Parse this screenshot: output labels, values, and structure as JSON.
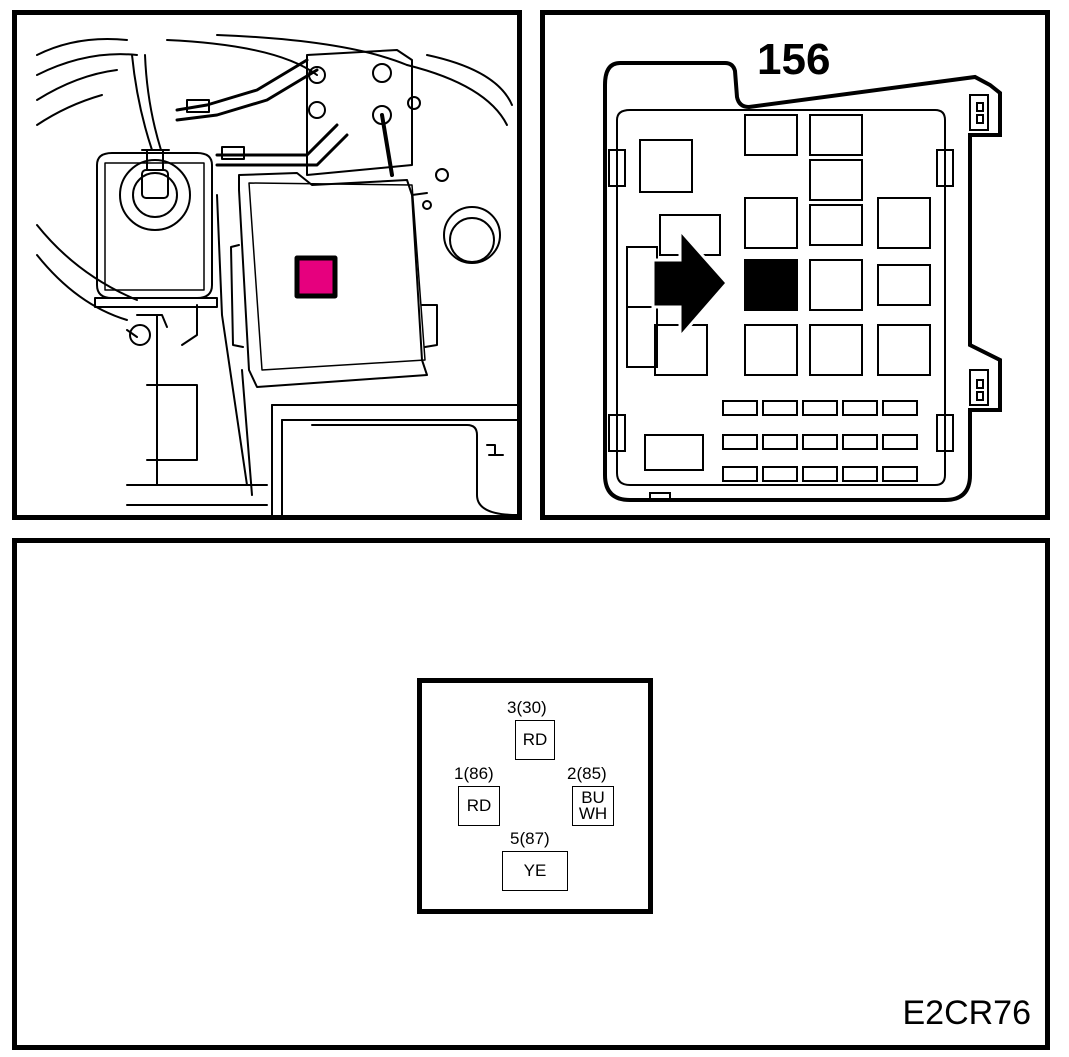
{
  "fuse_box": {
    "number": "156"
  },
  "relay": {
    "pins": [
      {
        "number": "3(30)",
        "wire": [
          "RD"
        ]
      },
      {
        "number": "1(86)",
        "wire": [
          "RD"
        ]
      },
      {
        "number": "2(85)",
        "wire": [
          "BU",
          "WH"
        ]
      },
      {
        "number": "5(87)",
        "wire": [
          "YE"
        ]
      }
    ]
  },
  "reference_code": "E2CR76",
  "colors": {
    "highlight": "#e6007e",
    "line": "#000000"
  },
  "icons": {
    "location_arrow": "arrow-right-icon"
  }
}
